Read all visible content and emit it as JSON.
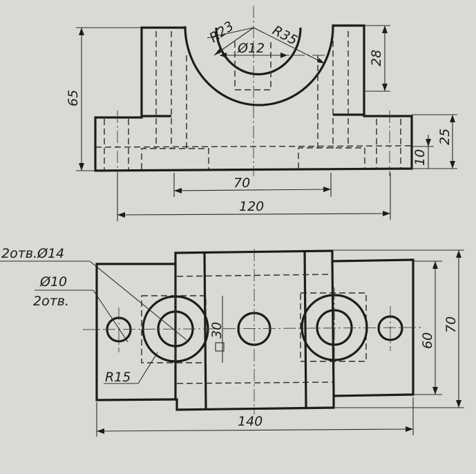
{
  "front_view": {
    "dimensions": {
      "r23": "R23",
      "r35": "R35",
      "d12": "Ø12",
      "h28": "28",
      "h65": "65",
      "h25": "25",
      "h10": "10",
      "w70": "70",
      "w120": "120"
    }
  },
  "top_view": {
    "dimensions": {
      "holes_d14": "2отв.Ø14",
      "d10": "Ø10",
      "holes_count": "2отв.",
      "square30": "30",
      "r15": "R15",
      "h60": "60",
      "h70": "70",
      "w140": "140"
    }
  }
}
